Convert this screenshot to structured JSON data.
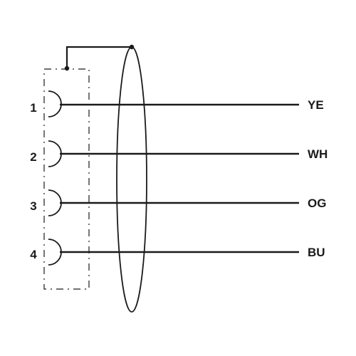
{
  "diagram": {
    "pins": [
      {
        "number": "1",
        "wire_color": "YE"
      },
      {
        "number": "2",
        "wire_color": "WH"
      },
      {
        "number": "3",
        "wire_color": "OG"
      },
      {
        "number": "4",
        "wire_color": "BU"
      }
    ],
    "ink_color": "#1a1a1a"
  }
}
